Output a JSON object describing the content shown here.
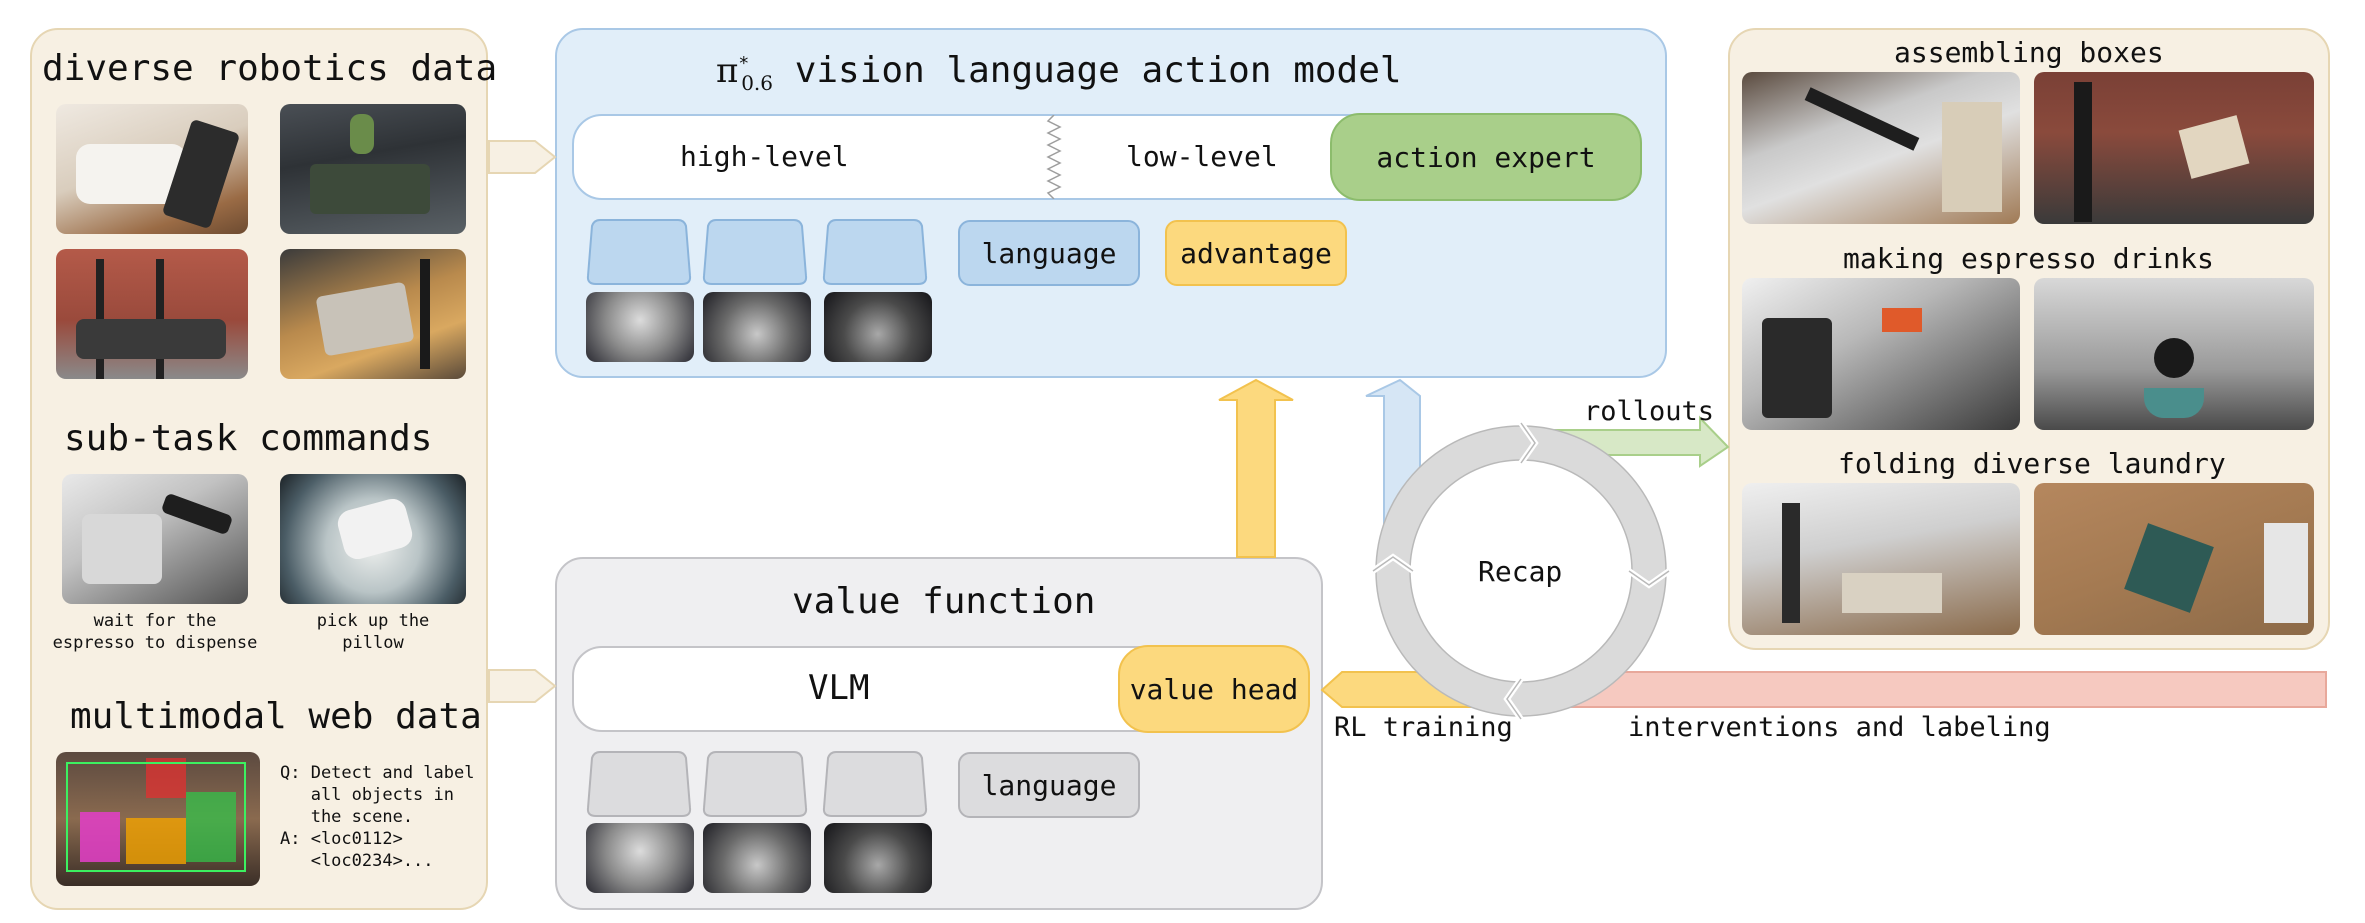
{
  "left_panel": {
    "robotics_title": "diverse robotics data",
    "subtask_title": "sub-task commands",
    "subtask_captions": [
      "wait for the\nespresso to dispense",
      "pick up the\npillow"
    ],
    "web_title": "multimodal web data",
    "web_qa": "Q: Detect and label\n   all objects in\n   the scene.\nA: <loc0112>\n   <loc0234>..."
  },
  "vla": {
    "title_symbol": "π",
    "title_super": "*",
    "title_sub": "0.6",
    "title_text": "vision language action model",
    "high_level": "high-level",
    "low_level": "low-level",
    "action_expert": "action expert",
    "language": "language",
    "advantage": "advantage"
  },
  "value_fn": {
    "title": "value function",
    "vlm": "VLM",
    "value_head": "value head",
    "language": "language"
  },
  "loop": {
    "recap": "Recap",
    "rollouts": "rollouts",
    "rl_training": "RL training",
    "interventions": "interventions and labeling"
  },
  "right_panel": {
    "task1": "assembling boxes",
    "task2": "making espresso drinks",
    "task3": "folding diverse laundry"
  },
  "colors": {
    "tan_bg": "#f7f0e3",
    "blue_bg": "#e1eef9",
    "gray_bg": "#efeff1",
    "green": "#a9cf8a",
    "yellow": "#fcd97e",
    "light_blue": "#bcd7ef",
    "pink": "#f6c9c0"
  }
}
